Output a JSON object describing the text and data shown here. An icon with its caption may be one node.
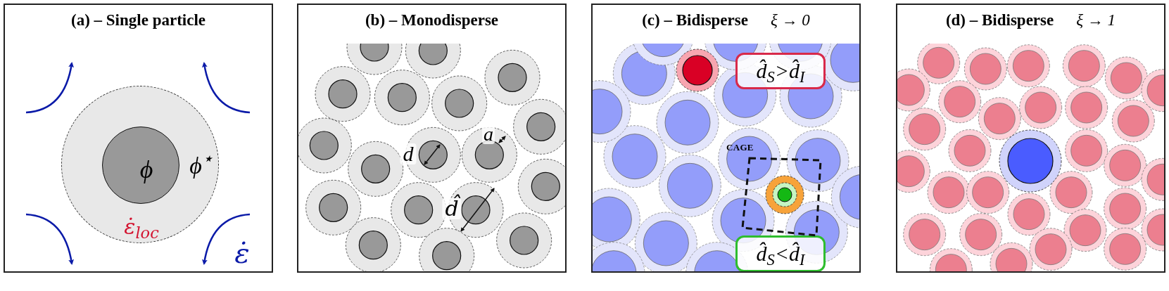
{
  "diagram": {
    "nodes": [
      {
        "text": [
          "(a) – Single particle"
        ]
      },
      {
        "text": [
          "(b) – Monodisperse"
        ]
      },
      {
        "text": [
          "(c) – Bidisperse",
          "ξ → 0"
        ]
      },
      {
        "text": [
          "(d) – Bidisperse",
          "ξ → 1"
        ]
      },
      {
        "text": [
          "d̂$_{S}$>d̂$_{I}$"
        ],
        "in": 2
      },
      {
        "text": [
          "d̂$_{S}$<d̂$_{I}$"
        ],
        "in": 2
      },
      {
        "text": [
          "CAGE"
        ],
        "in": 2
      },
      {
        "text": [
          "ϕ$^{⋆}$",
          "ε̇$_{loc}$"
        ],
        "in": 0
      },
      {
        "text": [
          "ϕ"
        ],
        "in": 7
      }
    ],
    "labels": [
      "ε̇",
      "d",
      "a",
      "d̂"
    ]
  }
}
